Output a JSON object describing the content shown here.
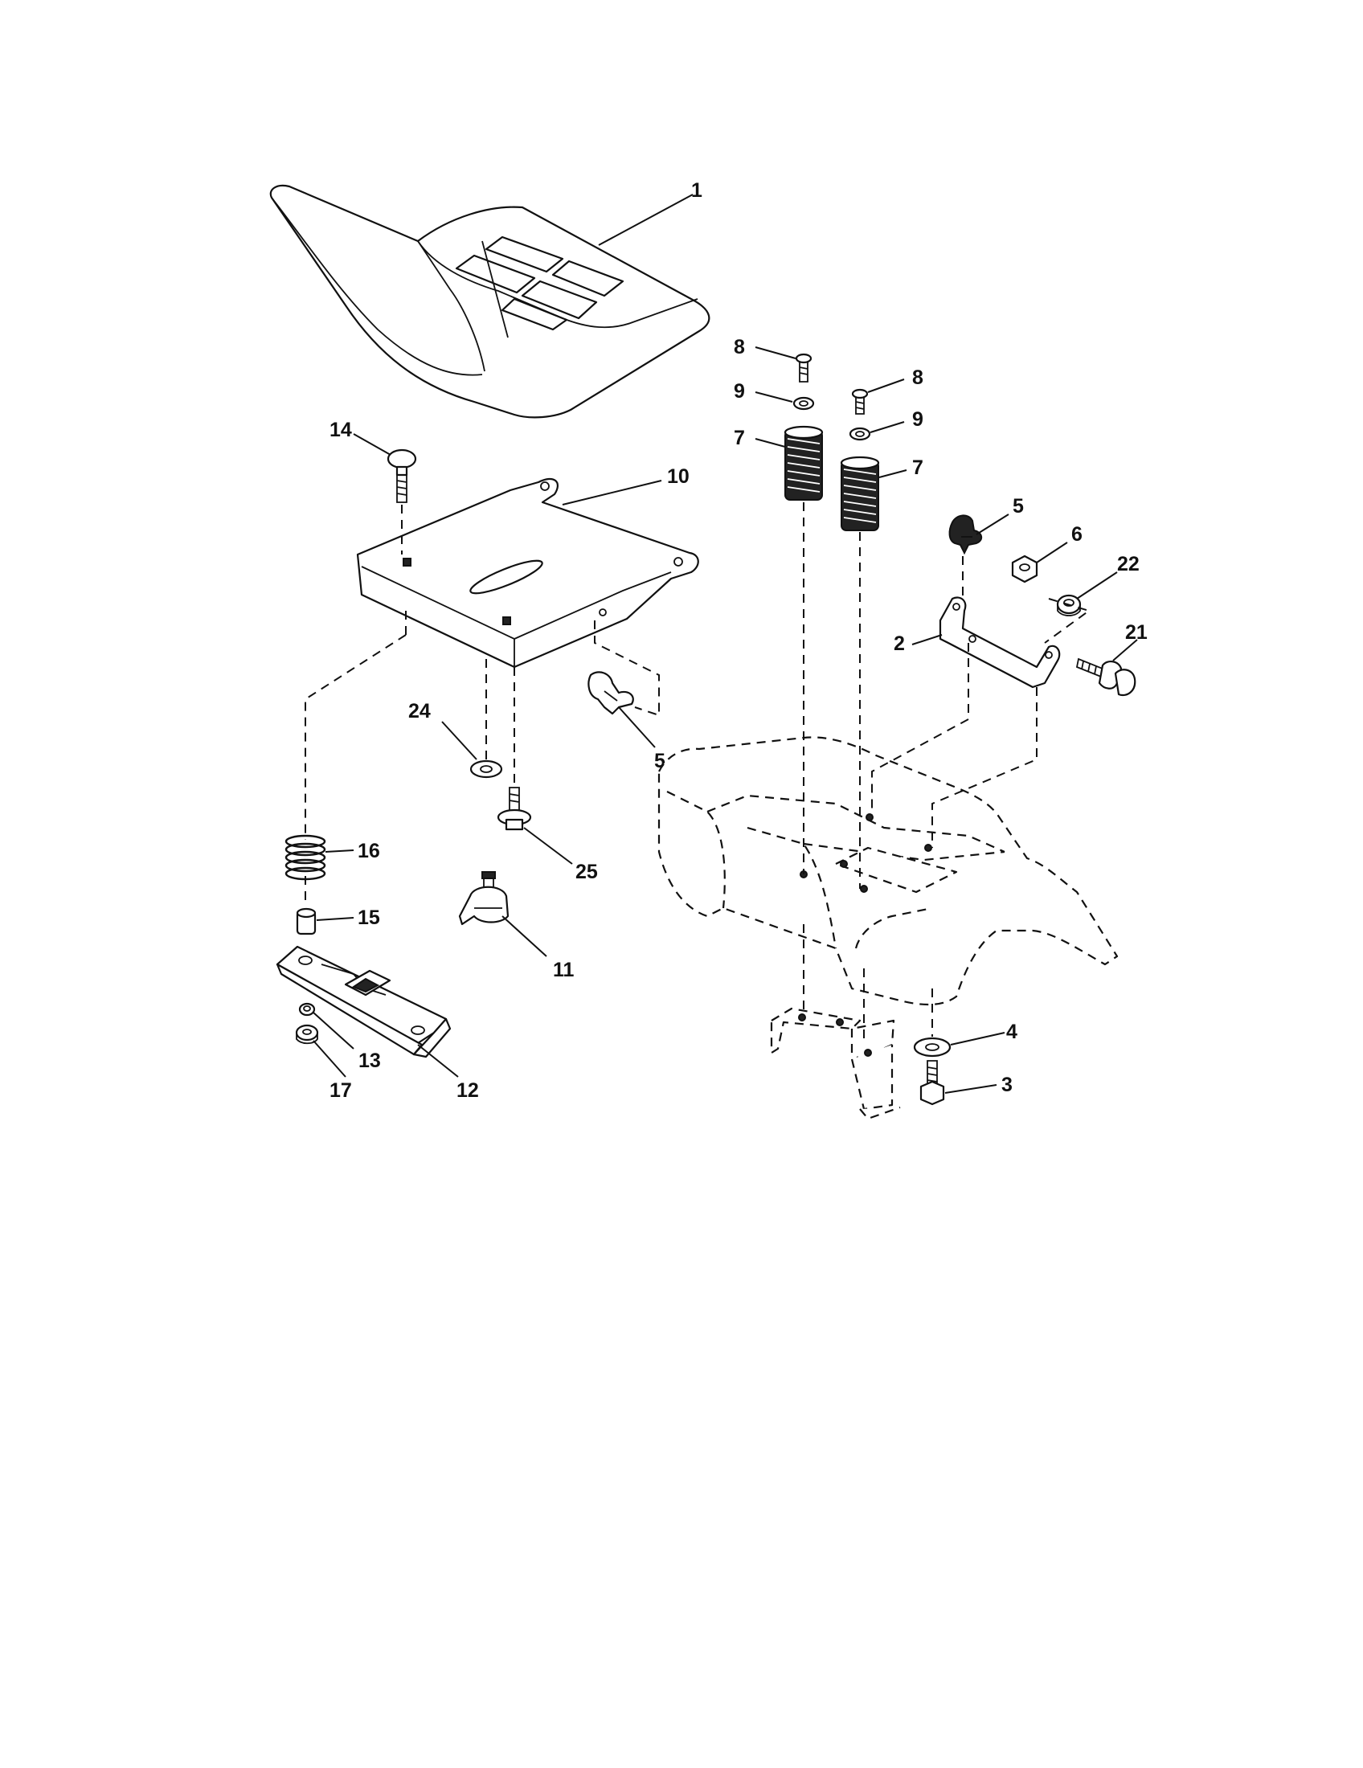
{
  "diagram": {
    "callouts": {
      "c1": "1",
      "c2": "2",
      "c3": "3",
      "c4": "4",
      "c5a": "5",
      "c5b": "5",
      "c6": "6",
      "c7a": "7",
      "c7b": "7",
      "c8a": "8",
      "c8b": "8",
      "c9a": "9",
      "c9b": "9",
      "c10": "10",
      "c11": "11",
      "c12": "12",
      "c13": "13",
      "c14": "14",
      "c15": "15",
      "c16": "16",
      "c17": "17",
      "c21": "21",
      "c22": "22",
      "c24": "24",
      "c25": "25"
    }
  }
}
